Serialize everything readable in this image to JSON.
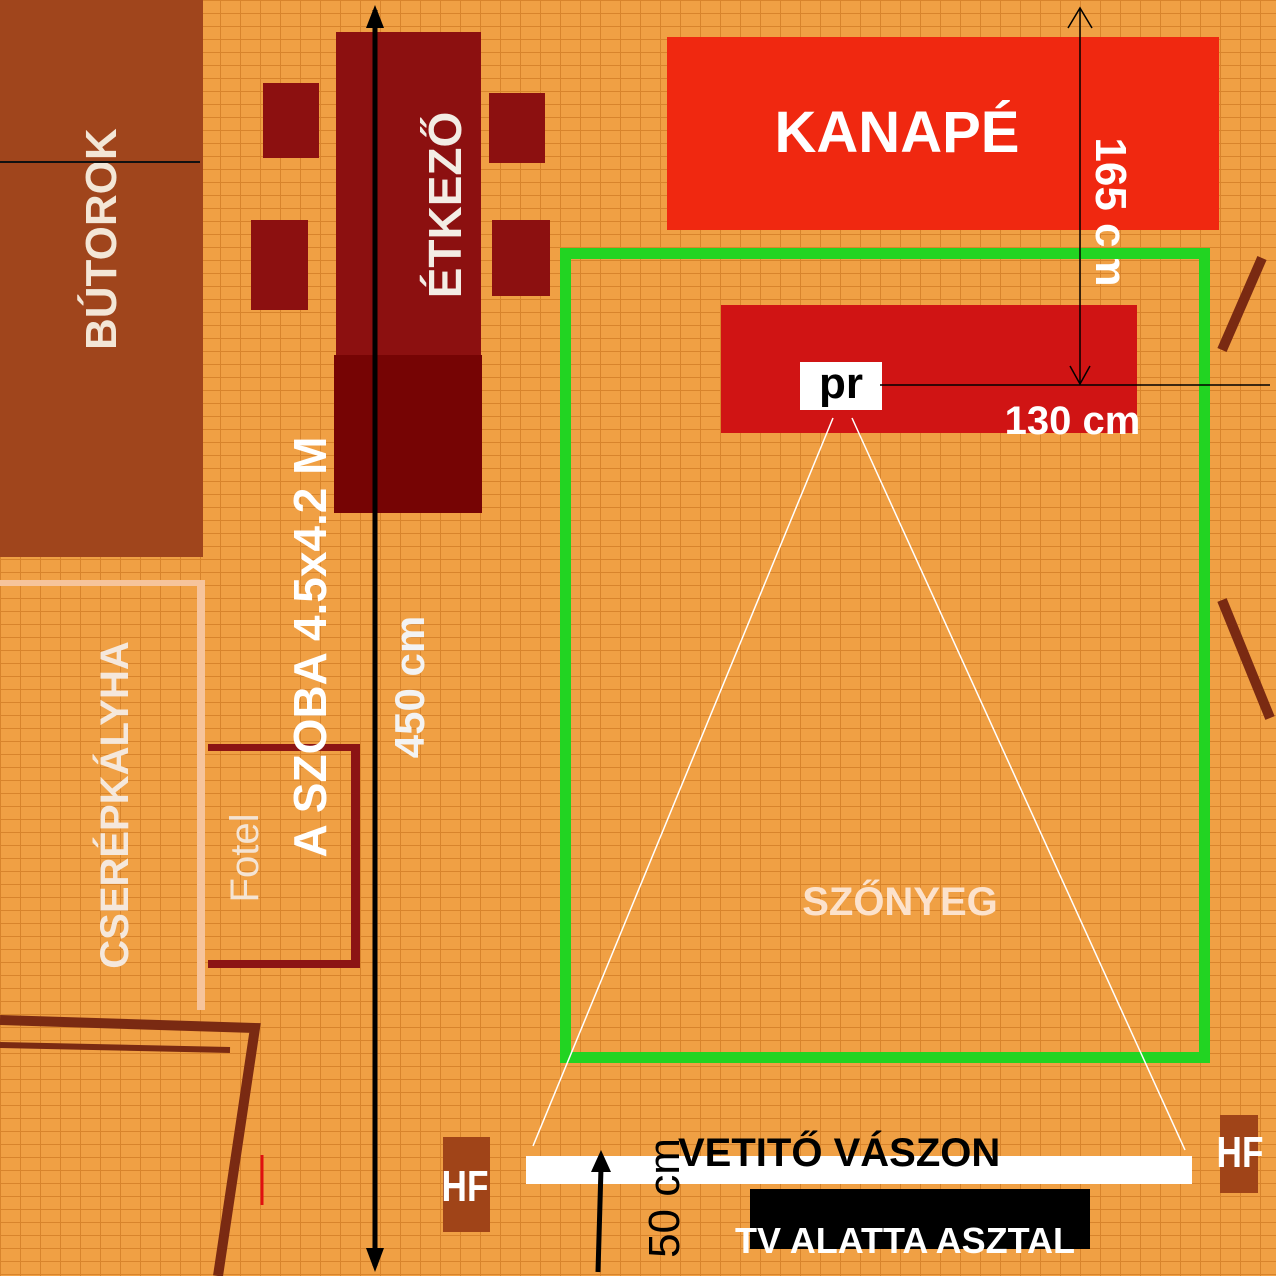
{
  "labels": {
    "butorok": "BÚTOROK",
    "etkezo": "ÉTKEZŐ",
    "kanape": "KANAPÉ",
    "room_size": "A SZOBA 4.5x4.2 M",
    "room_length": "450 cm",
    "sofa_distance": "165 cm",
    "projector": "pr",
    "projector_offset": "130 cm",
    "cserepkalyha": "CSERÉPKÁLYHA",
    "fotel": "Fotel",
    "szonyeg": "SZŐNYEG",
    "screen": "VETITŐ VÁSZON",
    "screen_height": "50 cm",
    "tv_table": "TV ALATTA ASZTAL",
    "hf_left": "HF",
    "hf_right": "HF"
  },
  "colors": {
    "floor": "#f0a044",
    "furniture_brown": "#a0451c",
    "dining": "#8c1010",
    "sofa": "#f02810",
    "projector_shelf": "#d01414",
    "rug_border": "#22d422",
    "screen": "#ffffff",
    "tv_table": "#000000",
    "hf": "#a04418"
  }
}
